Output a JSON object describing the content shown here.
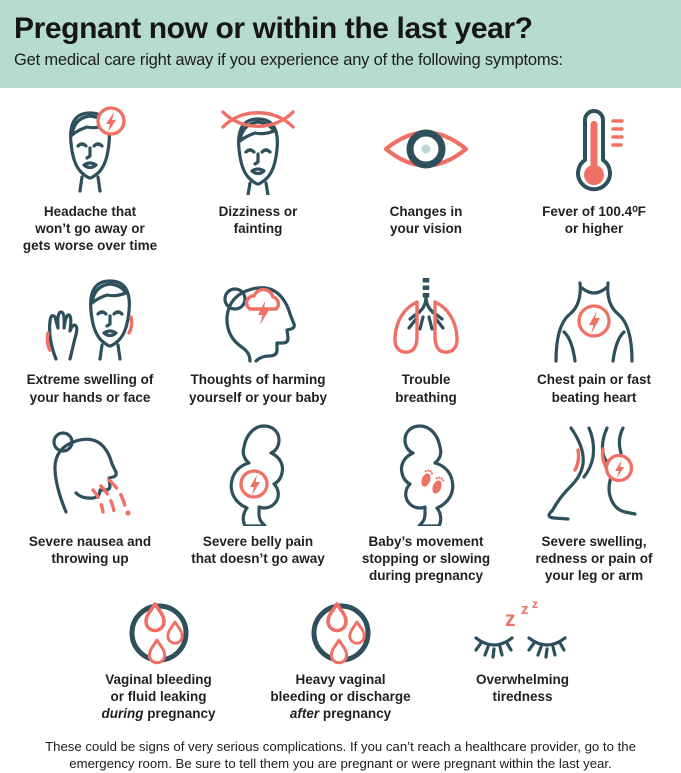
{
  "colors": {
    "header_bg": "#b6dbd1",
    "outline_teal": "#2e4f5c",
    "accent_coral": "#ef7065",
    "text_ink": "#1d1d1b"
  },
  "header": {
    "title": "Pregnant now or within the last year?",
    "subtitle": "Get medical care right away if you experience any of the following symptoms:"
  },
  "symptoms": [
    {
      "name": "headache",
      "icon": "headache-icon",
      "label": "Headache that\nwon’t go away or\ngets worse over time"
    },
    {
      "name": "dizziness",
      "icon": "dizziness-icon",
      "label": "Dizziness or\nfainting"
    },
    {
      "name": "vision-changes",
      "icon": "eye-icon",
      "label": "Changes in\nyour vision"
    },
    {
      "name": "fever",
      "icon": "thermometer-icon",
      "label": "Fever of 100.4⁰F\nor higher"
    },
    {
      "name": "swelling-hands-face",
      "icon": "swollen-face-hand-icon",
      "label": "Extreme swelling of\nyour hands or face"
    },
    {
      "name": "harming-thoughts",
      "icon": "storm-cloud-head-icon",
      "label": "Thoughts of harming\nyourself or your baby"
    },
    {
      "name": "trouble-breathing",
      "icon": "lungs-icon",
      "label": "Trouble\nbreathing"
    },
    {
      "name": "chest-pain",
      "icon": "chest-bolt-icon",
      "label": "Chest pain or fast\nbeating heart"
    },
    {
      "name": "nausea",
      "icon": "vomiting-icon",
      "label": "Severe nausea and\nthrowing up"
    },
    {
      "name": "belly-pain",
      "icon": "pregnant-belly-bolt-icon",
      "label": "Severe belly pain\nthat doesn’t go away"
    },
    {
      "name": "baby-movement",
      "icon": "pregnant-footprints-icon",
      "label": "Baby’s movement\nstopping or slowing\nduring pregnancy"
    },
    {
      "name": "leg-swelling",
      "icon": "legs-bolt-icon",
      "label": "Severe swelling,\nredness or pain of\nyour leg or arm"
    },
    {
      "name": "bleeding-during",
      "icon": "blood-drops-circle-icon",
      "label_before": "Vaginal bleeding\nor fluid leaking\n",
      "label_italic": "during",
      "label_after": " pregnancy"
    },
    {
      "name": "bleeding-after",
      "icon": "blood-drops-circle-icon",
      "label_before": "Heavy vaginal\nbleeding or discharge\n",
      "label_italic": "after",
      "label_after": " pregnancy"
    },
    {
      "name": "tiredness",
      "icon": "sleepy-eyes-icon",
      "label": "Overwhelming\ntiredness"
    }
  ],
  "footer": {
    "text": "These could be signs of very serious complications. If you can’t reach a healthcare provider, go to the\nemergency room. Be sure to tell them you are pregnant or were pregnant within the last year."
  }
}
